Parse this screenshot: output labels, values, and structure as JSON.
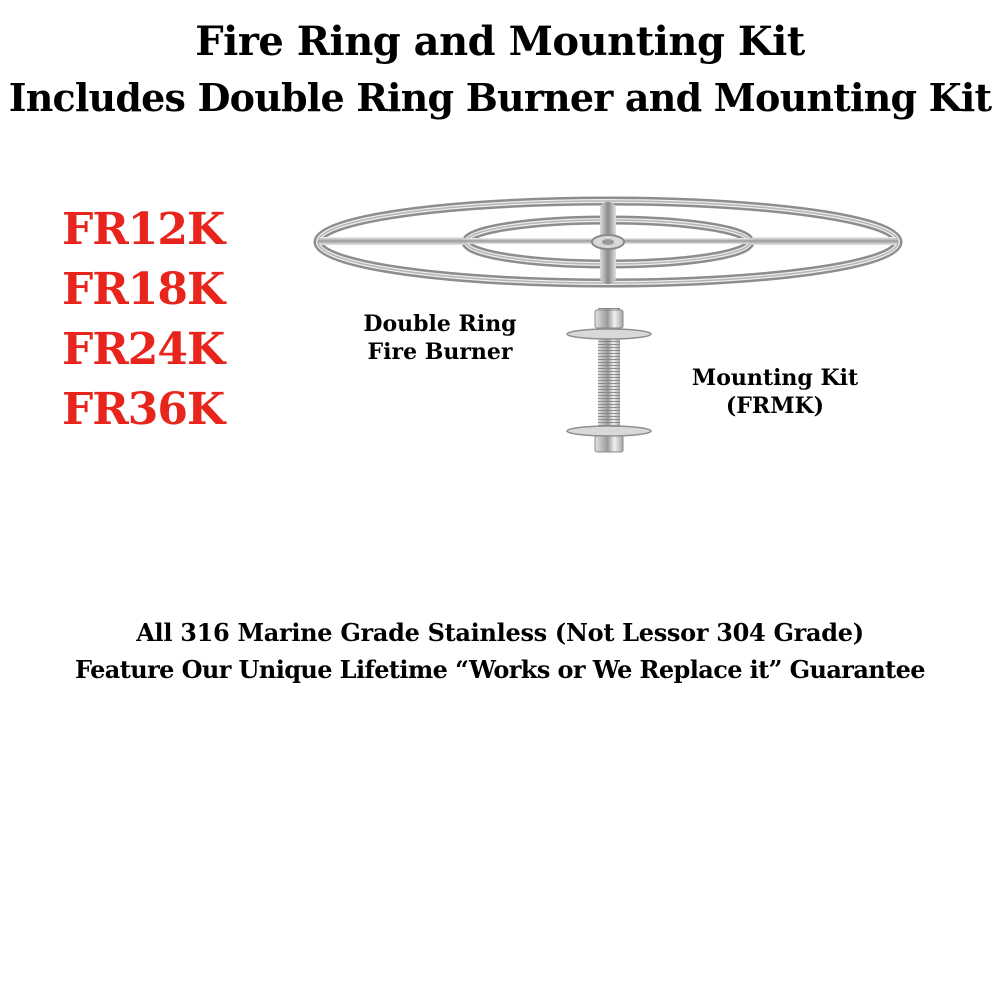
{
  "header": {
    "title_line_1": "Fire Ring and Mounting Kit",
    "title_line_2": "Includes Double Ring Burner and Mounting Kit"
  },
  "models": {
    "color": "#e8251c",
    "items": [
      "FR12K",
      "FR18K",
      "FR24K",
      "FR36K"
    ]
  },
  "product": {
    "burner_label_line_1": "Double Ring",
    "burner_label_line_2": "Fire Burner",
    "kit_label_line_1": "Mounting Kit",
    "kit_label_line_2": "(FRMK)",
    "burner_image": "double-ring-burner-icon",
    "kit_image": "mounting-kit-icon",
    "metal_color": "#b8b8b8"
  },
  "footer": {
    "line_1": "All 316 Marine Grade Stainless (Not Lessor 304 Grade)",
    "line_2": "Feature Our Unique Lifetime “Works or We Replace it” Guarantee"
  }
}
